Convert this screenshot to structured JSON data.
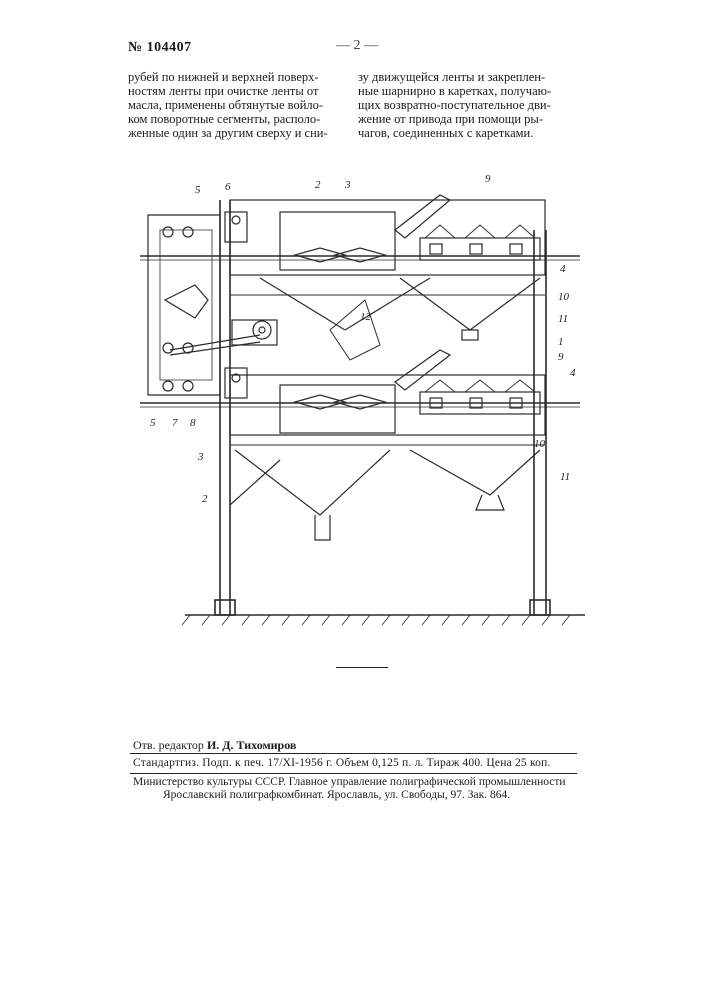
{
  "header": {
    "patent_number": "№ 104407",
    "page_number": "— 2 —"
  },
  "text": {
    "left_column": [
      "рубей по нижней и верхней поверх-",
      "ностям ленты при очистке ленты от",
      "масла, применены обтянутые войло-",
      "ком поворотные сегменты, располо-",
      "женные один за другим сверху и сни-"
    ],
    "right_column": [
      "зу движущейся ленты и закреплен-",
      "ные шарнирно в каретках, получаю-",
      "щих возвратно-поступательное дви-",
      "жение от привода при помощи ры-",
      "чагов, соединенных с каретками."
    ]
  },
  "drawing": {
    "labels": {
      "n1": "1",
      "n2": "2",
      "n3": "3",
      "n4": "4",
      "n5": "5",
      "n6": "6",
      "n7": "7",
      "n8": "8",
      "n9": "9",
      "n10": "10",
      "n11": "11",
      "n12": "12"
    }
  },
  "footer": {
    "editor_prefix": "Отв. редактор",
    "editor_name": "И. Д. Тихомиров",
    "publication_info": "Стандартгиз. Подп. к печ. 17/XI-1956 г. Объем 0,125 п. л. Тираж 400. Цена 25 коп.",
    "printer_line1": "Министерство культуры СССР. Главное управление полиграфической промышленности",
    "printer_line2": "Ярославский полиграфкомбинат. Ярославль, ул. Свободы, 97. Зак. 864."
  }
}
